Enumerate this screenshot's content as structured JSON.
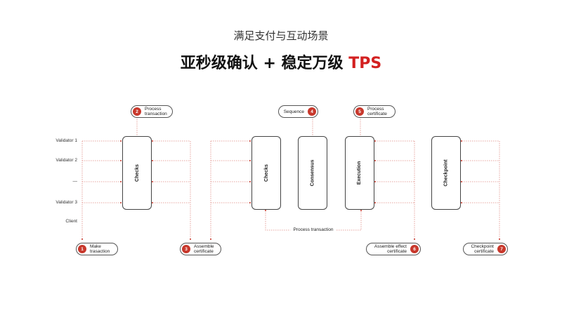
{
  "header": {
    "subtitle": "满足支付与互动场景",
    "title_main": "亚秒级确认 + 稳定万级",
    "title_accent": "TPS"
  },
  "rows": [
    "Validator  1",
    "Validator 2",
    "—",
    "Validator 3",
    "Client"
  ],
  "boxes": [
    "Checks",
    "Checks",
    "Consensus",
    "Execution",
    "Checkpoint"
  ],
  "steps": [
    {
      "num": "1",
      "label": "Make trasaction"
    },
    {
      "num": "2",
      "label": "Process transaction"
    },
    {
      "num": "3",
      "label": "Assemble certificate"
    },
    {
      "num": "4",
      "label": "Sequence"
    },
    {
      "num": "5",
      "label": "Process certificate"
    },
    {
      "num": "6",
      "label": "Assemble effect certificate"
    },
    {
      "num": "7",
      "label": "Checkpoint certificate"
    }
  ],
  "loop_label": "Process transaction",
  "colors": {
    "accent": "#c8382c",
    "line": "#e08a84",
    "title_accent": "#d32020"
  }
}
